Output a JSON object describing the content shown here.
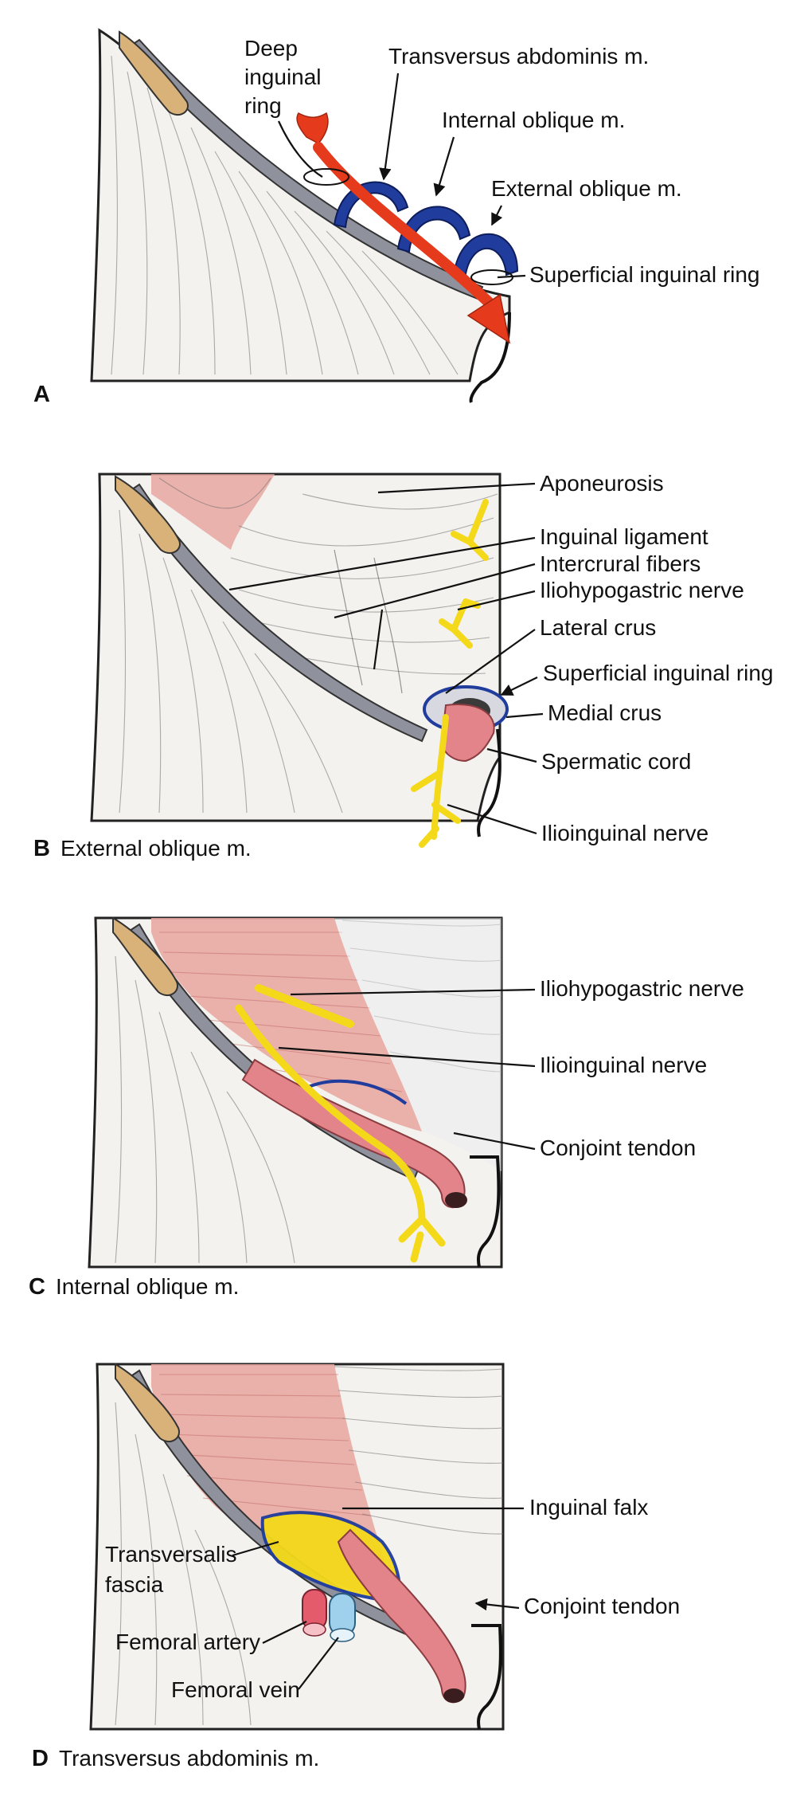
{
  "colors": {
    "muscle": "#e7a7a0",
    "muscle_dark": "#c46a66",
    "fascia": "#8f929c",
    "bone": "#d9b27a",
    "nerve": "#f4d91a",
    "cord": "#e3848a",
    "ring": "#203c9c",
    "artery": "#e45b6c",
    "vein": "#9fd0ec",
    "arrow": "#e53a1c"
  },
  "panels": [
    {
      "letter": "A",
      "caption": "",
      "labels": {
        "deep_ring_1": "Deep",
        "deep_ring_2": "inguinal",
        "deep_ring_3": "ring",
        "transversus": "Transversus abdominis m.",
        "internal_oblique": "Internal oblique m.",
        "external_oblique": "External oblique m.",
        "superficial_ring": "Superficial inguinal ring"
      }
    },
    {
      "letter": "B",
      "caption": "External oblique m.",
      "labels": {
        "aponeurosis": "Aponeurosis",
        "inguinal_ligament": "Inguinal ligament",
        "intercrural_fibers": "Intercrural fibers",
        "iliohypogastric_nerve": "Iliohypogastric nerve",
        "lateral_crus": "Lateral crus",
        "superficial_ring": "Superficial inguinal ring",
        "medial_crus": "Medial crus",
        "spermatic_cord": "Spermatic cord",
        "ilioinguinal_nerve": "Ilioinguinal nerve"
      }
    },
    {
      "letter": "C",
      "caption": "Internal oblique m.",
      "labels": {
        "iliohypogastric_nerve": "Iliohypogastric nerve",
        "ilioinguinal_nerve": "Ilioinguinal nerve",
        "conjoint_tendon": "Conjoint tendon"
      }
    },
    {
      "letter": "D",
      "caption": "Transversus abdominis m.",
      "labels": {
        "inguinal_falx": "Inguinal falx",
        "transversalis_1": "Transversalis",
        "transversalis_2": "fascia",
        "conjoint_tendon": "Conjoint tendon",
        "femoral_artery": "Femoral artery",
        "femoral_vein": "Femoral vein"
      }
    }
  ]
}
